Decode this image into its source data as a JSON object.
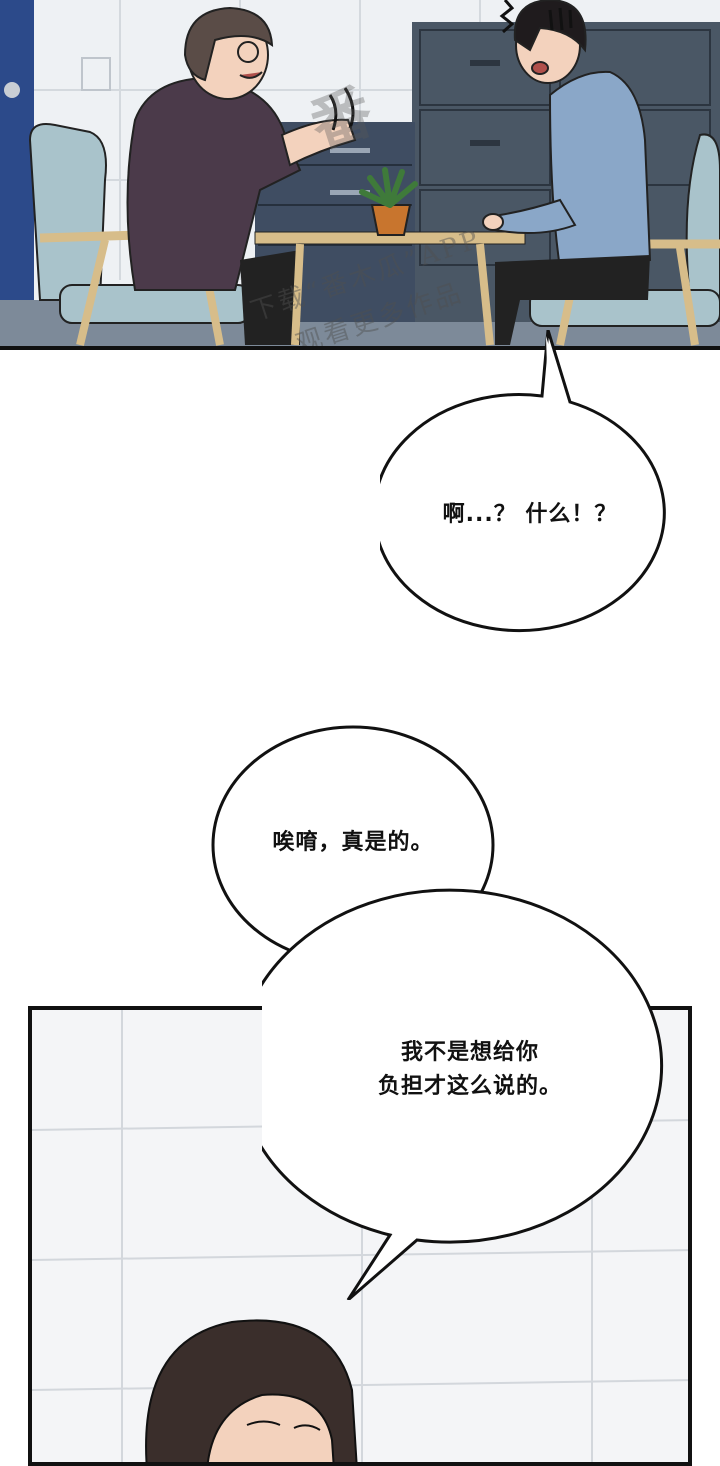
{
  "panels": {
    "top": {
      "watermark": {
        "line1": "下载“番木瓜”APP",
        "line2": "观看更多作品"
      }
    }
  },
  "bubbles": [
    {
      "text": "啊...？ 什么！？"
    },
    {
      "text": "唉唷，真是的。"
    },
    {
      "line1": "我不是想给你",
      "line2": "负担才这么说的。"
    }
  ],
  "colors": {
    "ink": "#111111",
    "floor_blue": "#2c4a8a",
    "cabinet": "#4a5765",
    "sweater_purple": "#4b3a4a",
    "shirt_blue": "#8aa7c8",
    "chair": "#a9c3cb",
    "wood": "#d7bd8a",
    "plant_pot": "#c8752e",
    "hair": "#3a2e2b"
  },
  "icons": [
    "shock-lines-icon",
    "plant-icon"
  ]
}
